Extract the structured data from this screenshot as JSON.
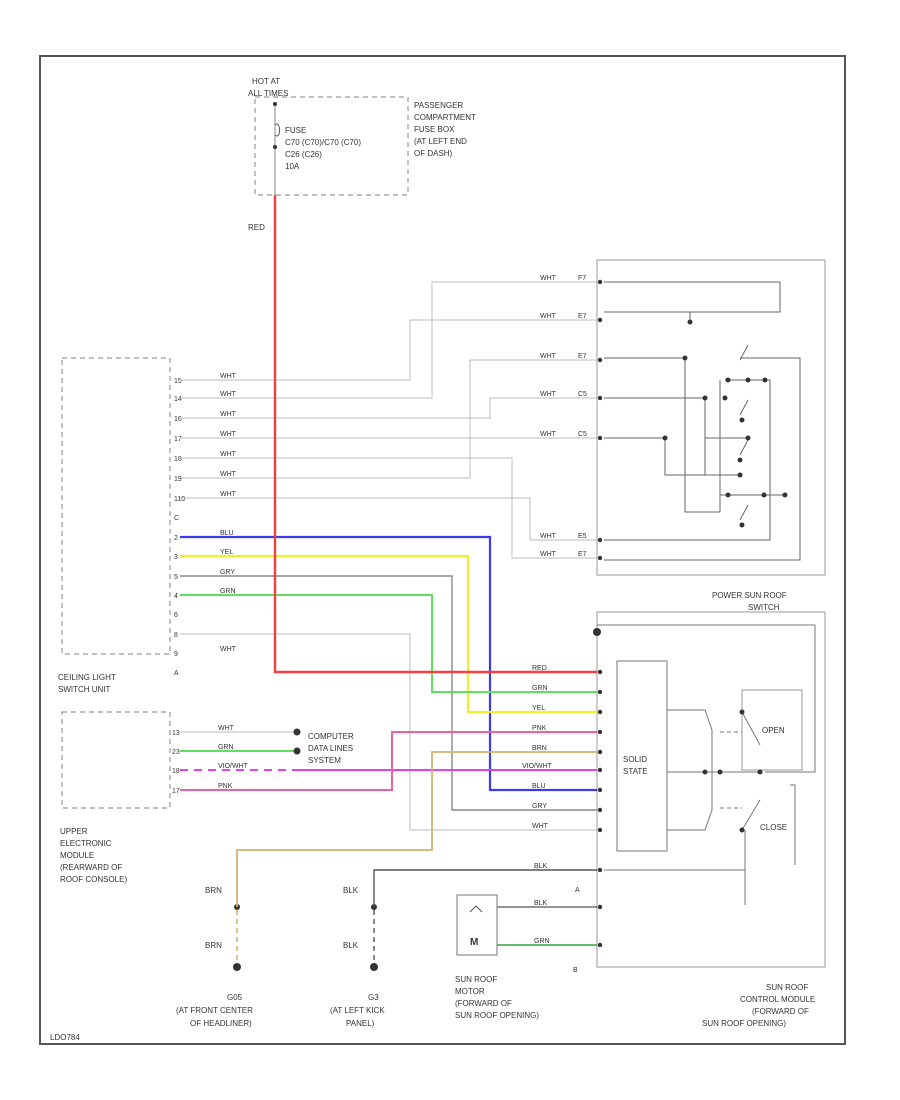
{
  "top_block": {
    "hot_label_1": "HOT AT",
    "hot_label_2": "ALL TIMES",
    "fuse_1": "FUSE",
    "fuse_2": "C70 (C70)/C70 (C70)",
    "fuse_3": "C26 (C26)",
    "fuse_4": "10A",
    "box_1": "PASSENGER",
    "box_2": "COMPARTMENT",
    "box_3": "FUSE BOX",
    "box_4": "(AT LEFT END",
    "box_5": "OF DASH)"
  },
  "wire_red_top": "RED",
  "ceiling_unit": {
    "name_1": "CEILING LIGHT",
    "name_2": "SWITCH UNIT",
    "pins": [
      "15",
      "14",
      "16",
      "17",
      "18",
      "19",
      "110",
      "C",
      "2",
      "3",
      "5",
      "4",
      "6",
      "8",
      "9",
      "A"
    ],
    "wire_labels": [
      "WHT",
      "WHT",
      "WHT",
      "WHT",
      "WHT",
      "WHT",
      "WHT",
      "",
      "BLU",
      "YEL",
      "GRY",
      "GRN",
      "",
      "",
      "WHT",
      ""
    ]
  },
  "upper_module": {
    "name_1": "UPPER",
    "name_2": "ELECTRONIC",
    "name_3": "MODULE",
    "name_4": "(REARWARD OF",
    "name_5": "ROOF CONSOLE)",
    "pins": [
      "13",
      "23",
      "18",
      "17"
    ],
    "wire_labels": [
      "WHT",
      "GRN",
      "VIO/WHT",
      "PNK"
    ]
  },
  "dlc": {
    "name_1": "COMPUTER",
    "name_2": "DATA LINES",
    "name_3": "SYSTEM"
  },
  "switch_block": {
    "pins": [
      "F7",
      "E7",
      "E7",
      "C5",
      "C5",
      "E5",
      "E7"
    ],
    "wire_labels": [
      "WHT",
      "WHT",
      "WHT",
      "WHT",
      "WHT",
      "WHT",
      "WHT"
    ]
  },
  "power_switch": {
    "name_1": "POWER SUN ROOF",
    "name_2": "SWITCH",
    "wire_labels": [
      "RED",
      "GRN",
      "YEL",
      "PNK",
      "BRN",
      "VIO/WHT",
      "BLU",
      "GRY",
      "WHT"
    ],
    "solid_1": "SOLID",
    "solid_2": "STATE",
    "open_label": "OPEN",
    "close_label": "CLOSE"
  },
  "control_module": {
    "name_1": "SUN ROOF",
    "name_2": "CONTROL MODULE",
    "name_3": "(FORWARD OF",
    "name_4": "SUN ROOF OPENING)",
    "wire_labels": [
      "BLK",
      "BLK",
      "GRN"
    ],
    "pin_a": "A",
    "pin_b": "B"
  },
  "motor": {
    "symbol": "M",
    "name_1": "SUN ROOF",
    "name_2": "MOTOR",
    "name_3": "(FORWARD OF",
    "name_4": "SUN ROOF OPENING)"
  },
  "ground_g05": {
    "wire_top": "BRN",
    "wire_bottom": "BRN",
    "name_1": "G05",
    "name_2": "(AT FRONT CENTER",
    "name_3": "OF HEADLINER)"
  },
  "ground_g03": {
    "wire_top": "BLK",
    "wire_bottom": "BLK",
    "name_1": "G3",
    "name_2": "(AT LEFT KICK",
    "name_3": "PANEL)"
  },
  "footer_code": "LDO784"
}
